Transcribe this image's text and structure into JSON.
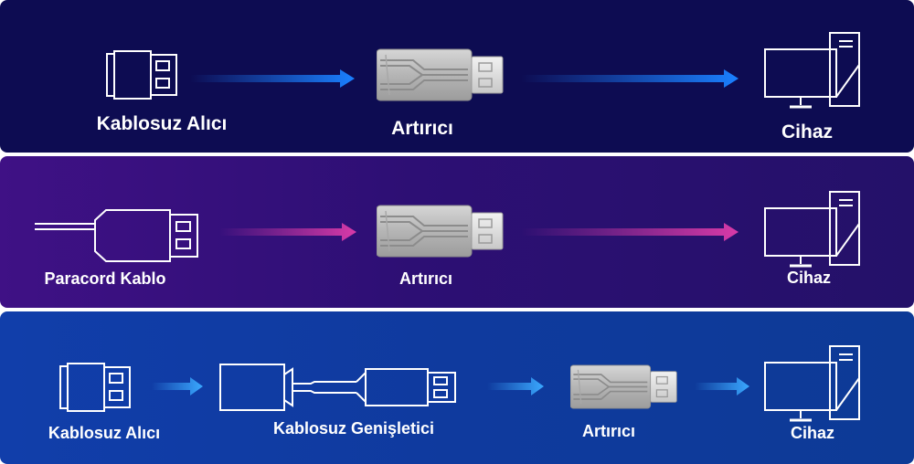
{
  "row1": {
    "receiver_label": "Kablosuz Alıcı",
    "booster_label": "Artırıcı",
    "device_label": "Cihaz"
  },
  "row2": {
    "cable_label": "Paracord Kablo",
    "booster_label": "Artırıcı",
    "device_label": "Cihaz"
  },
  "row3": {
    "receiver_label": "Kablosuz Alıcı",
    "extender_label": "Kablosuz Genişletici",
    "booster_label": "Artırıcı",
    "device_label": "Cihaz"
  },
  "colors": {
    "panel1": "#0d0c52",
    "panel2": "#3a1080",
    "panel3": "#0f3ca3",
    "arrow_blue": "#1a80ff",
    "arrow_pink": "#d83aa8",
    "booster_body": "#b9b9b9"
  },
  "icons": [
    "usb-receiver-icon",
    "usb-booster-icon",
    "computer-icon",
    "paracord-cable-icon",
    "wireless-extender-icon"
  ]
}
